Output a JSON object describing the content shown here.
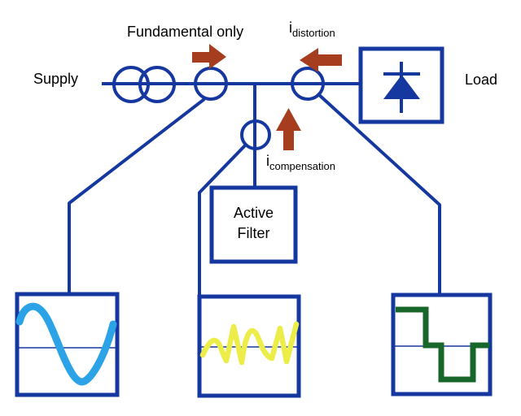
{
  "diagram": {
    "supply_label": "Supply",
    "load_label": "Load",
    "fundamental_label": "Fundamental only",
    "distortion_current": {
      "prefix": "i",
      "subscript": "distortion"
    },
    "compensation_current": {
      "prefix": "i",
      "subscript": "compensation"
    },
    "active_filter": {
      "line1": "Active",
      "line2": "Filter"
    },
    "colors": {
      "wire_blue": "#1537A0",
      "arrow_red": "#A63D1E",
      "sine_blue": "#2BA3E6",
      "distortion_yellow": "#EDED49",
      "load_green": "#17672A",
      "text_black": "#000000",
      "background": "#FFFFFF"
    },
    "waveforms": [
      {
        "name": "supply-current-waveform",
        "type": "sine",
        "meaning": "fundamental supply current",
        "color_key": "sine_blue"
      },
      {
        "name": "compensation-current-waveform",
        "type": "noisy",
        "meaning": "active filter compensation current",
        "color_key": "distortion_yellow"
      },
      {
        "name": "load-current-waveform",
        "type": "quasi-square",
        "meaning": "distorted load current",
        "color_key": "load_green"
      }
    ]
  }
}
